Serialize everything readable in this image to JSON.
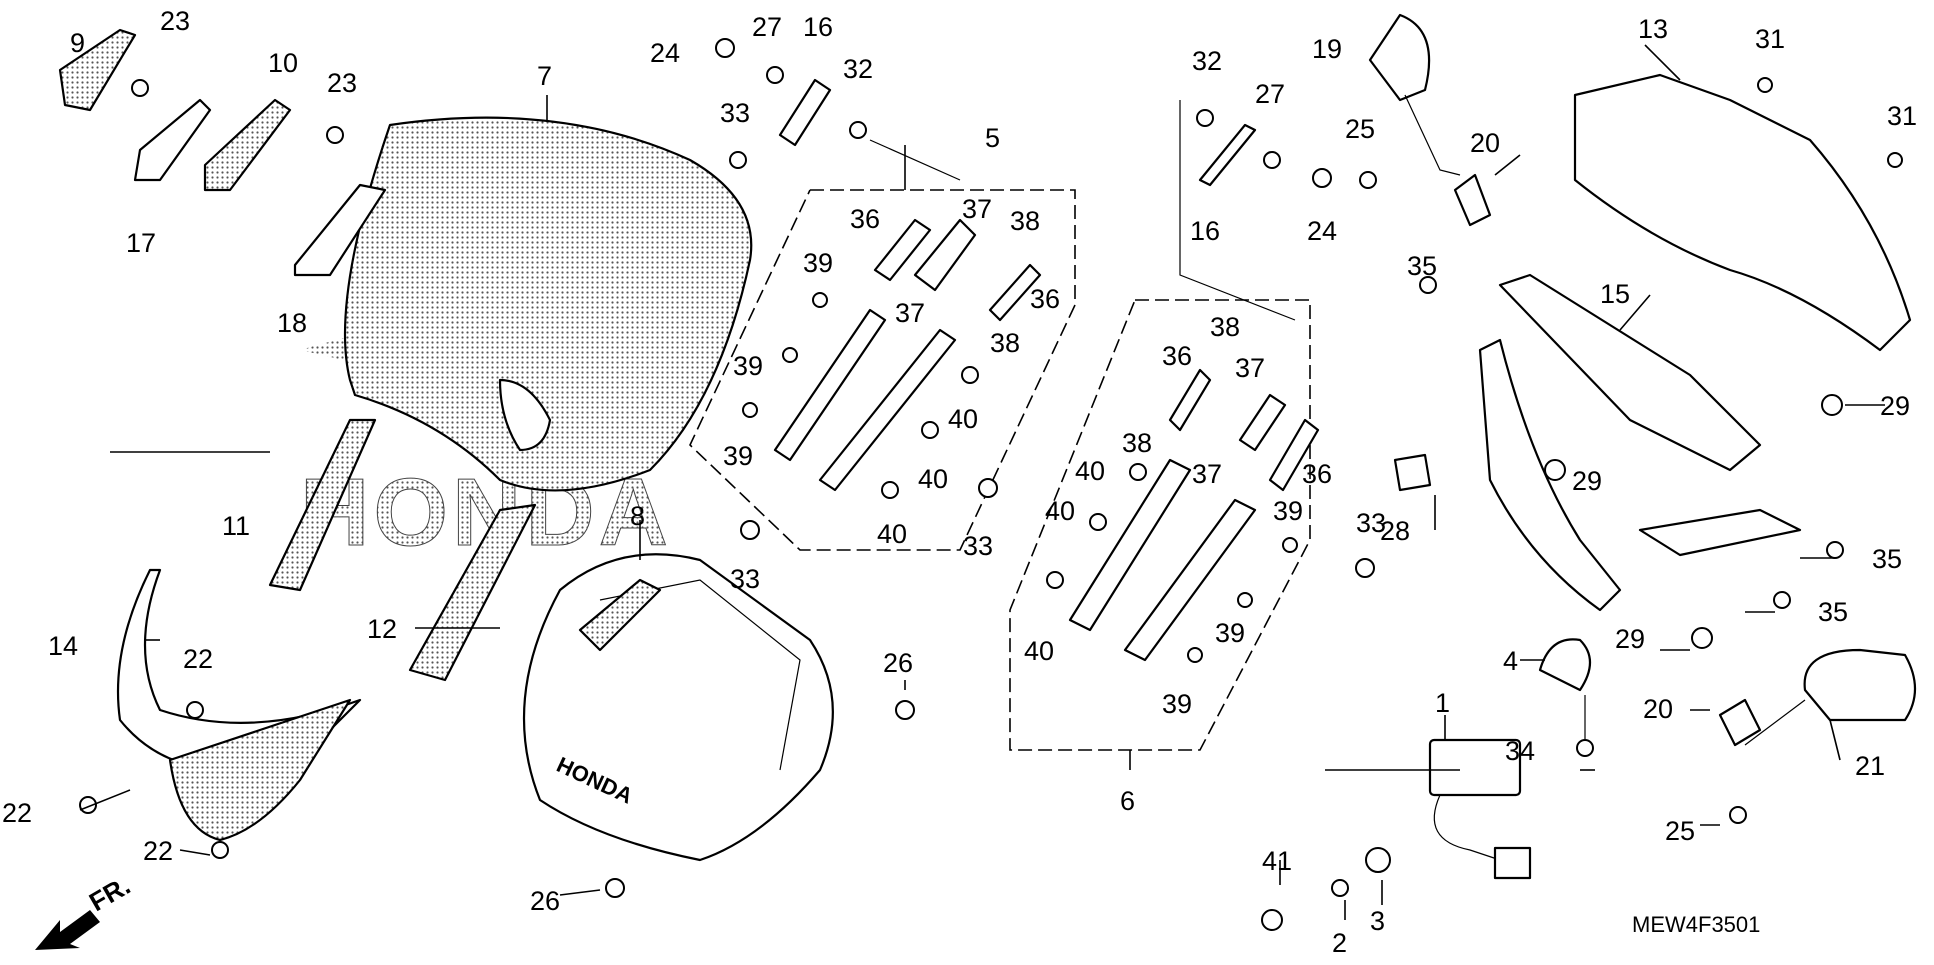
{
  "diagram": {
    "reference_code": "MEW4F3501",
    "direction_label": "FR.",
    "windscreen_logo_text": "HONDA",
    "cowl_logo_text": "HONDA",
    "callouts": [
      {
        "id": "c9",
        "text": "9"
      },
      {
        "id": "c23a",
        "text": "23"
      },
      {
        "id": "c10",
        "text": "10"
      },
      {
        "id": "c23b",
        "text": "23"
      },
      {
        "id": "c17",
        "text": "17"
      },
      {
        "id": "c18",
        "text": "18"
      },
      {
        "id": "c7",
        "text": "7"
      },
      {
        "id": "c24a",
        "text": "24"
      },
      {
        "id": "c27a",
        "text": "27"
      },
      {
        "id": "c16a",
        "text": "16"
      },
      {
        "id": "c32a",
        "text": "32"
      },
      {
        "id": "c33a",
        "text": "33"
      },
      {
        "id": "c5",
        "text": "5"
      },
      {
        "id": "c36a",
        "text": "36"
      },
      {
        "id": "c37a",
        "text": "37"
      },
      {
        "id": "c38a",
        "text": "38"
      },
      {
        "id": "c39a",
        "text": "39"
      },
      {
        "id": "c36b",
        "text": "36"
      },
      {
        "id": "c37b",
        "text": "37"
      },
      {
        "id": "c38b",
        "text": "38"
      },
      {
        "id": "c39b",
        "text": "39"
      },
      {
        "id": "c40a",
        "text": "40"
      },
      {
        "id": "c39c",
        "text": "39"
      },
      {
        "id": "c40b",
        "text": "40"
      },
      {
        "id": "c40c",
        "text": "40"
      },
      {
        "id": "c33b",
        "text": "33"
      },
      {
        "id": "c11",
        "text": "11"
      },
      {
        "id": "c8",
        "text": "8"
      },
      {
        "id": "c12",
        "text": "12"
      },
      {
        "id": "c14",
        "text": "14"
      },
      {
        "id": "c22a",
        "text": "22"
      },
      {
        "id": "c22b",
        "text": "22"
      },
      {
        "id": "c22c",
        "text": "22"
      },
      {
        "id": "c26a",
        "text": "26"
      },
      {
        "id": "c26b",
        "text": "26"
      },
      {
        "id": "c32b",
        "text": "32"
      },
      {
        "id": "c27b",
        "text": "27"
      },
      {
        "id": "c16b",
        "text": "16"
      },
      {
        "id": "c24b",
        "text": "24"
      },
      {
        "id": "c19",
        "text": "19"
      },
      {
        "id": "c25a",
        "text": "25"
      },
      {
        "id": "c20a",
        "text": "20"
      },
      {
        "id": "c13",
        "text": "13"
      },
      {
        "id": "c31a",
        "text": "31"
      },
      {
        "id": "c31b",
        "text": "31"
      },
      {
        "id": "c35a",
        "text": "35"
      },
      {
        "id": "c15",
        "text": "15"
      },
      {
        "id": "c36c",
        "text": "36"
      },
      {
        "id": "c38c",
        "text": "38"
      },
      {
        "id": "c37c",
        "text": "37"
      },
      {
        "id": "c38d",
        "text": "38"
      },
      {
        "id": "c37d",
        "text": "37"
      },
      {
        "id": "c36d",
        "text": "36"
      },
      {
        "id": "c40d",
        "text": "40"
      },
      {
        "id": "c40e",
        "text": "40"
      },
      {
        "id": "c33c",
        "text": "33"
      },
      {
        "id": "c39d",
        "text": "39"
      },
      {
        "id": "c33d",
        "text": "33"
      },
      {
        "id": "c40f",
        "text": "40"
      },
      {
        "id": "c39e",
        "text": "39"
      },
      {
        "id": "c39f",
        "text": "39"
      },
      {
        "id": "c6",
        "text": "6"
      },
      {
        "id": "c28",
        "text": "28"
      },
      {
        "id": "c29a",
        "text": "29"
      },
      {
        "id": "c29b",
        "text": "29"
      },
      {
        "id": "c35b",
        "text": "35"
      },
      {
        "id": "c35c",
        "text": "35"
      },
      {
        "id": "c29c",
        "text": "29"
      },
      {
        "id": "c4",
        "text": "4"
      },
      {
        "id": "c34",
        "text": "34"
      },
      {
        "id": "c1",
        "text": "1"
      },
      {
        "id": "c20b",
        "text": "20"
      },
      {
        "id": "c21",
        "text": "21"
      },
      {
        "id": "c25b",
        "text": "25"
      },
      {
        "id": "c41",
        "text": "41"
      },
      {
        "id": "c2",
        "text": "2"
      },
      {
        "id": "c3",
        "text": "3"
      }
    ]
  }
}
